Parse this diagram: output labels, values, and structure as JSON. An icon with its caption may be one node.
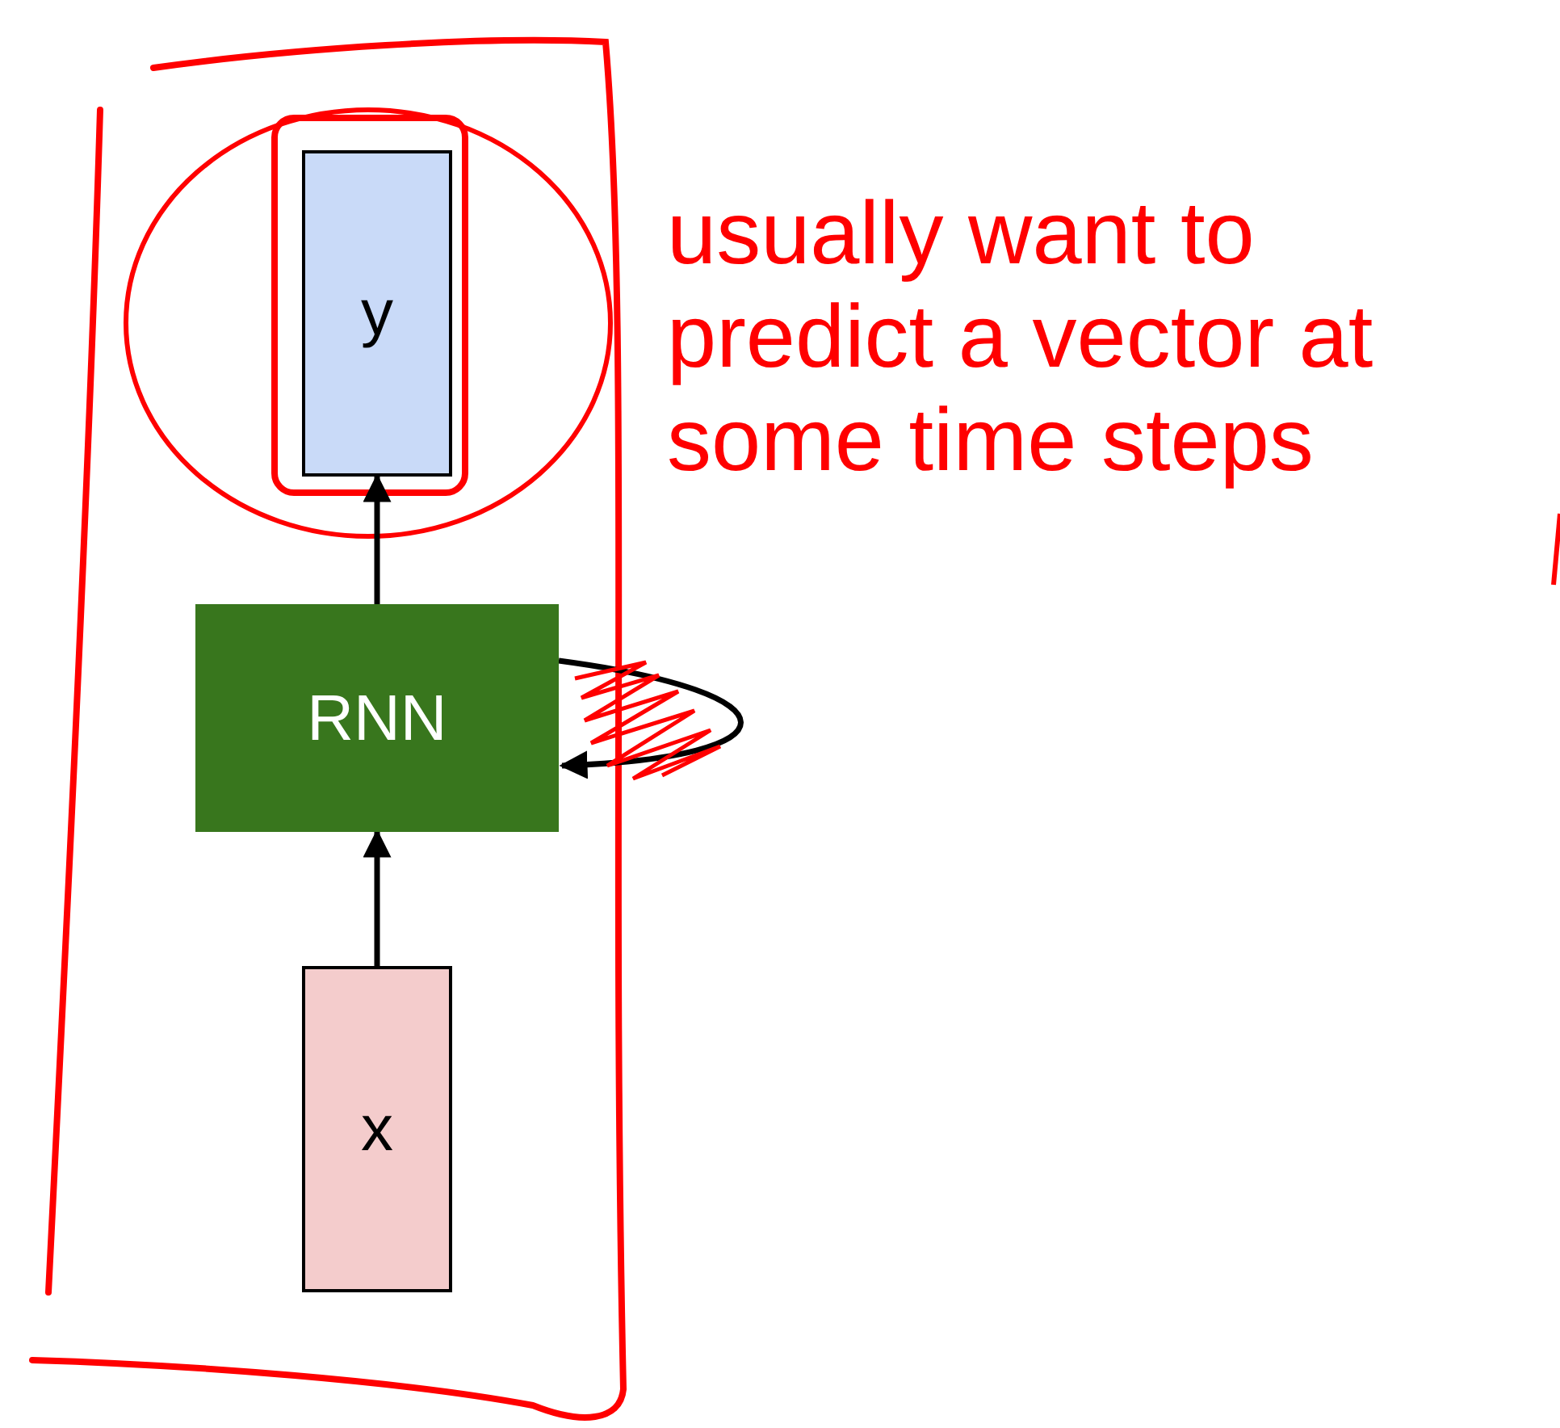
{
  "diagram": {
    "nodes": [
      {
        "text": [
          "y"
        ]
      },
      {
        "text": [
          "RNN"
        ]
      },
      {
        "text": [
          "x"
        ]
      }
    ],
    "edges": [
      {
        "from": 2,
        "to": 1,
        "arrow": "to"
      },
      {
        "from": 1,
        "to": 0,
        "arrow": "to"
      },
      {
        "from": 1,
        "to": 1,
        "arrow": "to"
      }
    ],
    "labels": [
      "usually want to predict a vector at some time steps"
    ]
  }
}
